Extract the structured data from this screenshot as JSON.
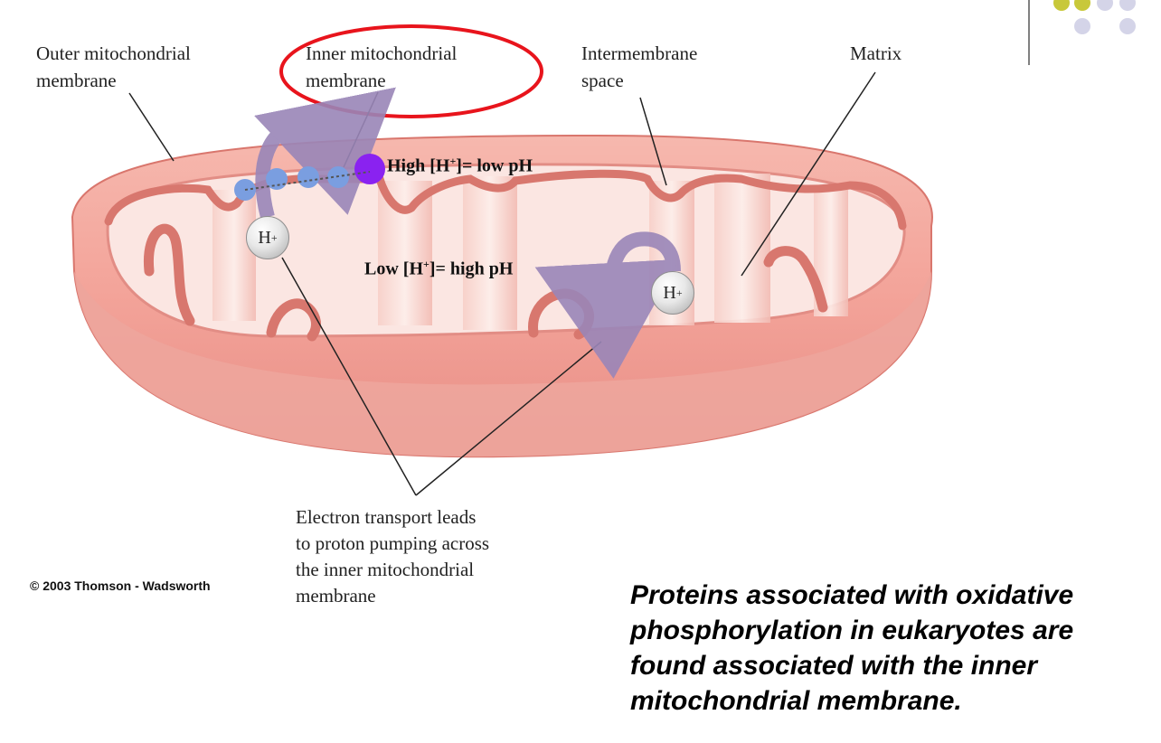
{
  "labels": {
    "outer_membrane": "Outer mitochondrial\nmembrane",
    "inner_membrane": "Inner mitochondrial\nmembrane",
    "intermembrane_space": "Intermembrane\nspace",
    "matrix": "Matrix",
    "electron_transport": "Electron transport leads\nto proton pumping across\nthe inner mitochondrial\nmembrane"
  },
  "gradient": {
    "high_prefix": "High [H",
    "high_sup": "+",
    "high_suffix": "]= low pH",
    "low_prefix": "Low [H",
    "low_sup": "+",
    "low_suffix": "]= high pH"
  },
  "ion": {
    "symbol": "H",
    "charge": "+"
  },
  "copyright": "© 2003 Thomson - Wadsworth",
  "note": "Proteins associated with oxidative phosphorylation in eukaryotes are found associated with the inner mitochondrial membrane.",
  "colors": {
    "highlight_ellipse": "#e8141c",
    "membrane_fill": "#f3aaa2",
    "protein_blue": "#7a9ee0",
    "protein_purple": "#8a22f0",
    "arrow": "#9a86b8",
    "bullet_yellow": "#c8c83a",
    "bullet_lavender": "#d4d4e8"
  }
}
